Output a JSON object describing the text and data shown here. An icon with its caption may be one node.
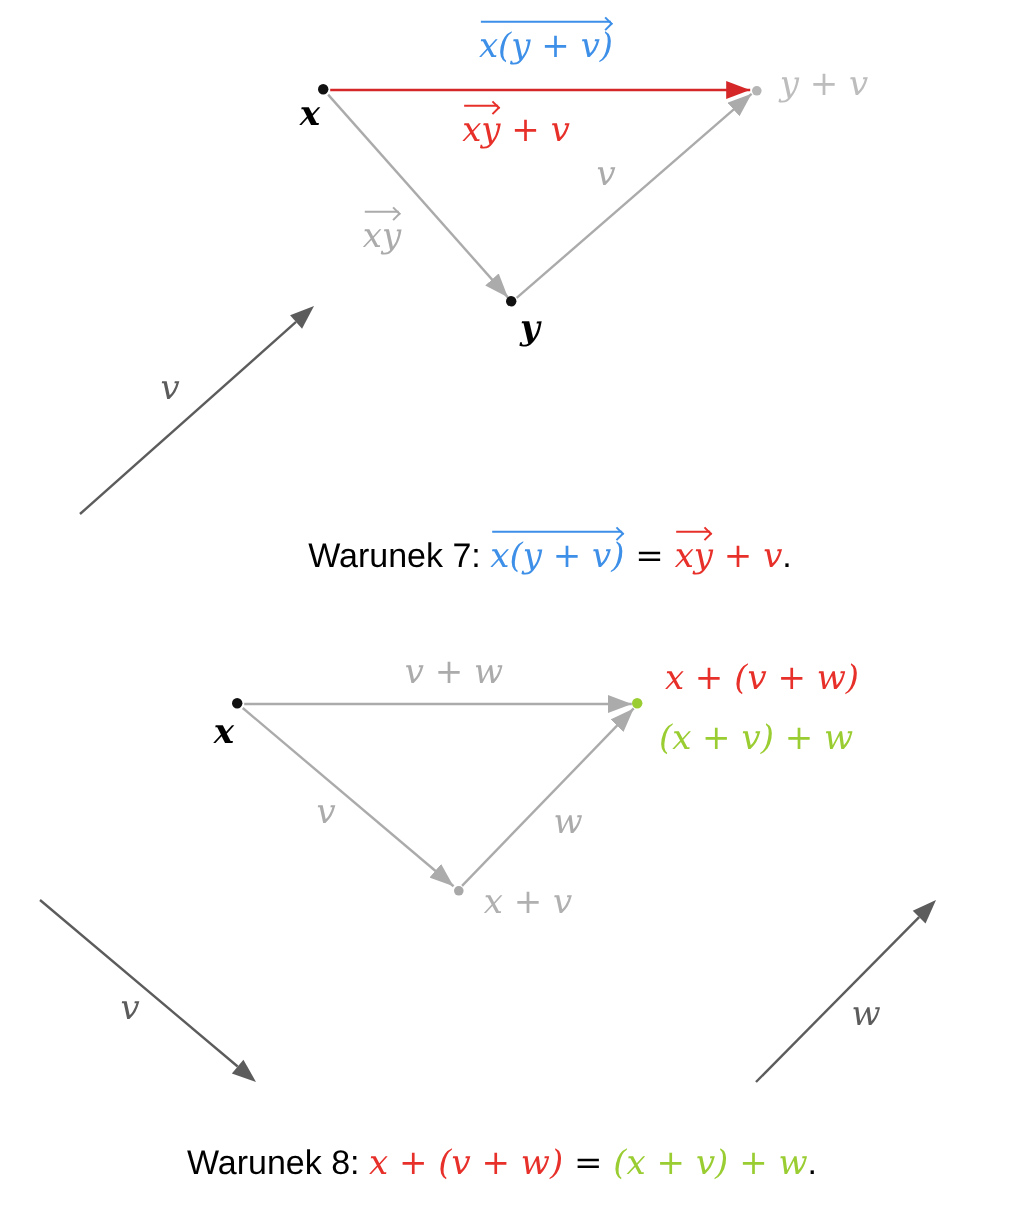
{
  "diagram": {
    "nodes": [
      {
        "text": [
          "x"
        ]
      },
      {
        "text": [
          "y + v"
        ]
      },
      {
        "text": [
          "y"
        ]
      },
      {
        "text": [
          "x"
        ]
      },
      {
        "text": [
          "x + (v + w)",
          "(x + v) + w"
        ]
      },
      {
        "text": [
          "x + v"
        ]
      }
    ],
    "edges": [
      {
        "from": 0,
        "to": 1,
        "arrow": "to",
        "label": "x(y + v)",
        "color": "#d62728"
      },
      {
        "from": 0,
        "to": 2,
        "arrow": "to",
        "label": "xy"
      },
      {
        "from": 2,
        "to": 1,
        "arrow": "to",
        "label": "v"
      },
      {
        "from": 3,
        "to": 4,
        "arrow": "to",
        "label": "v + w"
      },
      {
        "from": 3,
        "to": 5,
        "arrow": "to",
        "label": "v"
      },
      {
        "from": 5,
        "to": 4,
        "arrow": "to",
        "label": "w"
      }
    ],
    "labels": [
      "xy + v",
      "v",
      "Warunek 7: x(y + v) = xy + v.",
      "v",
      "w",
      "Warunek 8: x + (v + w) = (x + v) + w."
    ]
  }
}
